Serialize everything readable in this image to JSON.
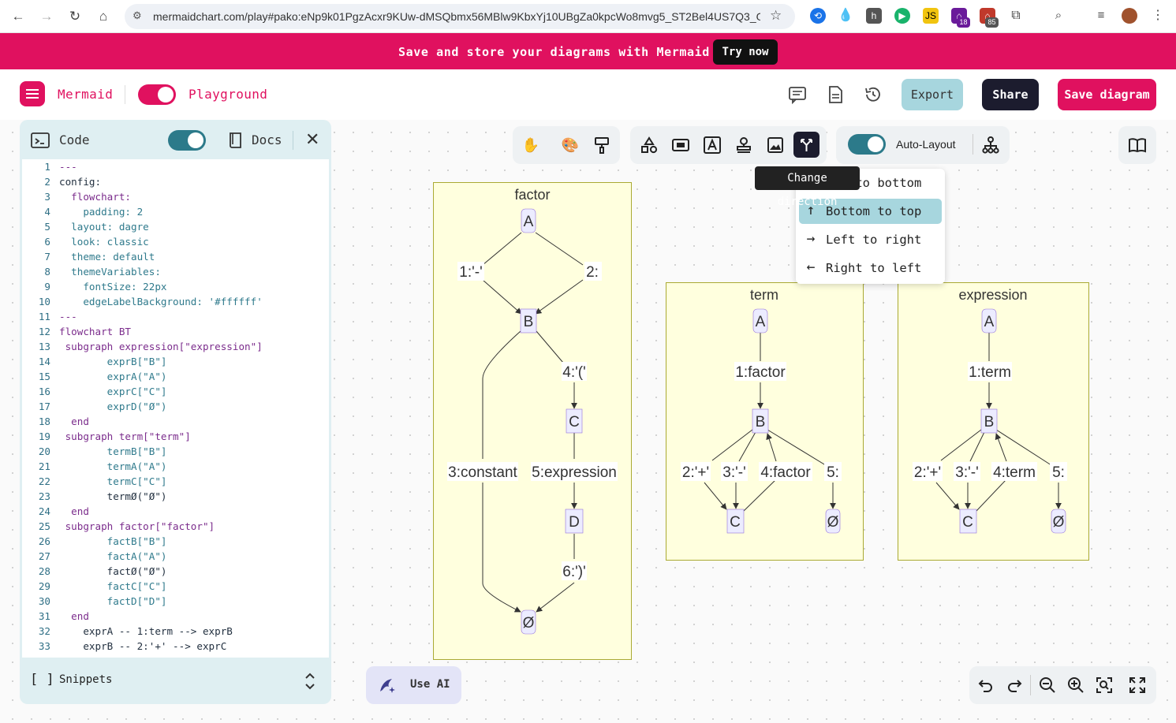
{
  "browser": {
    "url": "mermaidchart.com/play#pako:eNp9k01PgzAcxr9KUw-dMSQbmx56MBlw9KbxYj10UBgZa0kpcWo8mvg5_ST2Bel4US7Q3_O0...",
    "badge_18": "18",
    "badge_85": "85"
  },
  "banner": {
    "text": "Save and store your diagrams with Mermaid Chart",
    "cta": "Try now"
  },
  "header": {
    "brand": "Mermaid",
    "playground": "Playground",
    "export": "Export",
    "share": "Share",
    "save": "Save diagram"
  },
  "panel": {
    "code_tab": "Code",
    "docs_tab": "Docs",
    "snippets": "Snippets",
    "code_lines": [
      [
        "1",
        "---"
      ],
      [
        "2",
        "config:"
      ],
      [
        "3",
        "  flowchart:"
      ],
      [
        "4",
        "    padding: 2"
      ],
      [
        "5",
        "  layout: dagre"
      ],
      [
        "6",
        "  look: classic"
      ],
      [
        "7",
        "  theme: default"
      ],
      [
        "8",
        "  themeVariables:"
      ],
      [
        "9",
        "    fontSize: 22px"
      ],
      [
        "10",
        "    edgeLabelBackground: '#ffffff'"
      ],
      [
        "11",
        "---"
      ],
      [
        "12",
        "flowchart BT"
      ],
      [
        "13",
        " subgraph expression[\"expression\"]"
      ],
      [
        "14",
        "        exprB[\"B\"]"
      ],
      [
        "15",
        "        exprA(\"A\")"
      ],
      [
        "16",
        "        exprC[\"C\"]"
      ],
      [
        "17",
        "        exprD(\"Ø\")"
      ],
      [
        "18",
        "  end"
      ],
      [
        "19",
        " subgraph term[\"term\"]"
      ],
      [
        "20",
        "        termB[\"B\"]"
      ],
      [
        "21",
        "        termA(\"A\")"
      ],
      [
        "22",
        "        termC[\"C\"]"
      ],
      [
        "23",
        "        termØ(\"Ø\")"
      ],
      [
        "24",
        "  end"
      ],
      [
        "25",
        " subgraph factor[\"factor\"]"
      ],
      [
        "26",
        "        factB[\"B\"]"
      ],
      [
        "27",
        "        factA(\"A\")"
      ],
      [
        "28",
        "        factØ(\"Ø\")"
      ],
      [
        "29",
        "        factC[\"C\"]"
      ],
      [
        "30",
        "        factD[\"D\"]"
      ],
      [
        "31",
        "  end"
      ],
      [
        "32",
        "    exprA -- 1:term --> exprB"
      ],
      [
        "33",
        "    exprB -- 2:'+' --> exprC"
      ]
    ]
  },
  "toolbar": {
    "auto_layout": "Auto-Layout",
    "tooltip": "Change direction"
  },
  "direction_menu": {
    "items": [
      {
        "label": "Top to bottom",
        "arrow": "↓"
      },
      {
        "label": "Bottom to top",
        "arrow": "↑"
      },
      {
        "label": "Left to right",
        "arrow": "→"
      },
      {
        "label": "Right to left",
        "arrow": "←"
      }
    ],
    "selected_index": 1
  },
  "use_ai": "Use AI",
  "diagram": {
    "factor": {
      "title": "factor",
      "nodes": {
        "A": "A",
        "B": "B",
        "C": "C",
        "D": "D",
        "O": "Ø"
      },
      "edges": {
        "e1": "1:'-'",
        "e2": "2:",
        "e3": "3:constant",
        "e4": "4:'('",
        "e5": "5:expression",
        "e6": "6:')'"
      }
    },
    "term": {
      "title": "term",
      "nodes": {
        "A": "A",
        "B": "B",
        "C": "C",
        "O": "Ø"
      },
      "edges": {
        "e1": "1:factor",
        "e2": "2:'+'",
        "e3": "3:'-'",
        "e4": "4:factor",
        "e5": "5:"
      }
    },
    "expression": {
      "title": "expression",
      "nodes": {
        "A": "A",
        "B": "B",
        "C": "C",
        "O": "Ø"
      },
      "edges": {
        "e1": "1:term",
        "e2": "2:'+'",
        "e3": "3:'-'",
        "e4": "4:term",
        "e5": "5:"
      }
    }
  },
  "colors": {
    "brand": "#e0115f",
    "subgraph_fill": "#ffffde",
    "subgraph_stroke": "#aaaa33",
    "node_fill": "#ececff",
    "node_stroke": "#9370db",
    "toggle_teal": "#2c7a8a"
  }
}
